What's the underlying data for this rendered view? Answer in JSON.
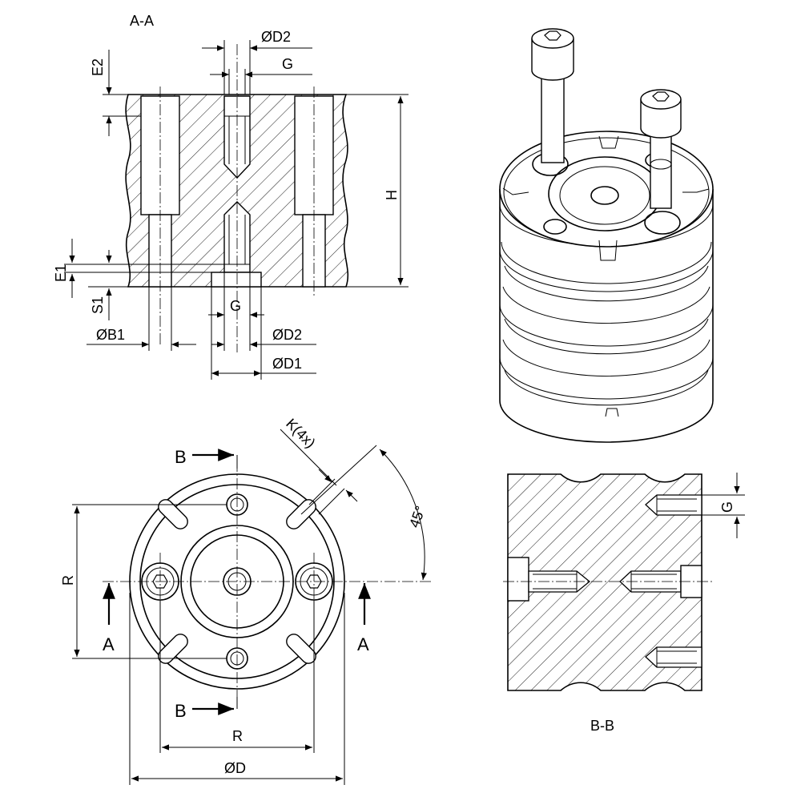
{
  "sections": {
    "aa_title": "A-A",
    "bb_title": "B-B"
  },
  "labels": {
    "d2_top": "ØD2",
    "g_top": "G",
    "e2": "E2",
    "h": "H",
    "e1": "E1",
    "s1": "S1",
    "g_bottom": "G",
    "b1": "ØB1",
    "d2_bottom": "ØD2",
    "d1": "ØD1",
    "k": "K(4x)",
    "angle": "45°",
    "r_vertical": "R",
    "r_horizontal": "R",
    "d": "ØD",
    "a_left": "A",
    "a_right": "A",
    "b_top": "B",
    "b_bottom": "B",
    "g_bb": "G"
  }
}
